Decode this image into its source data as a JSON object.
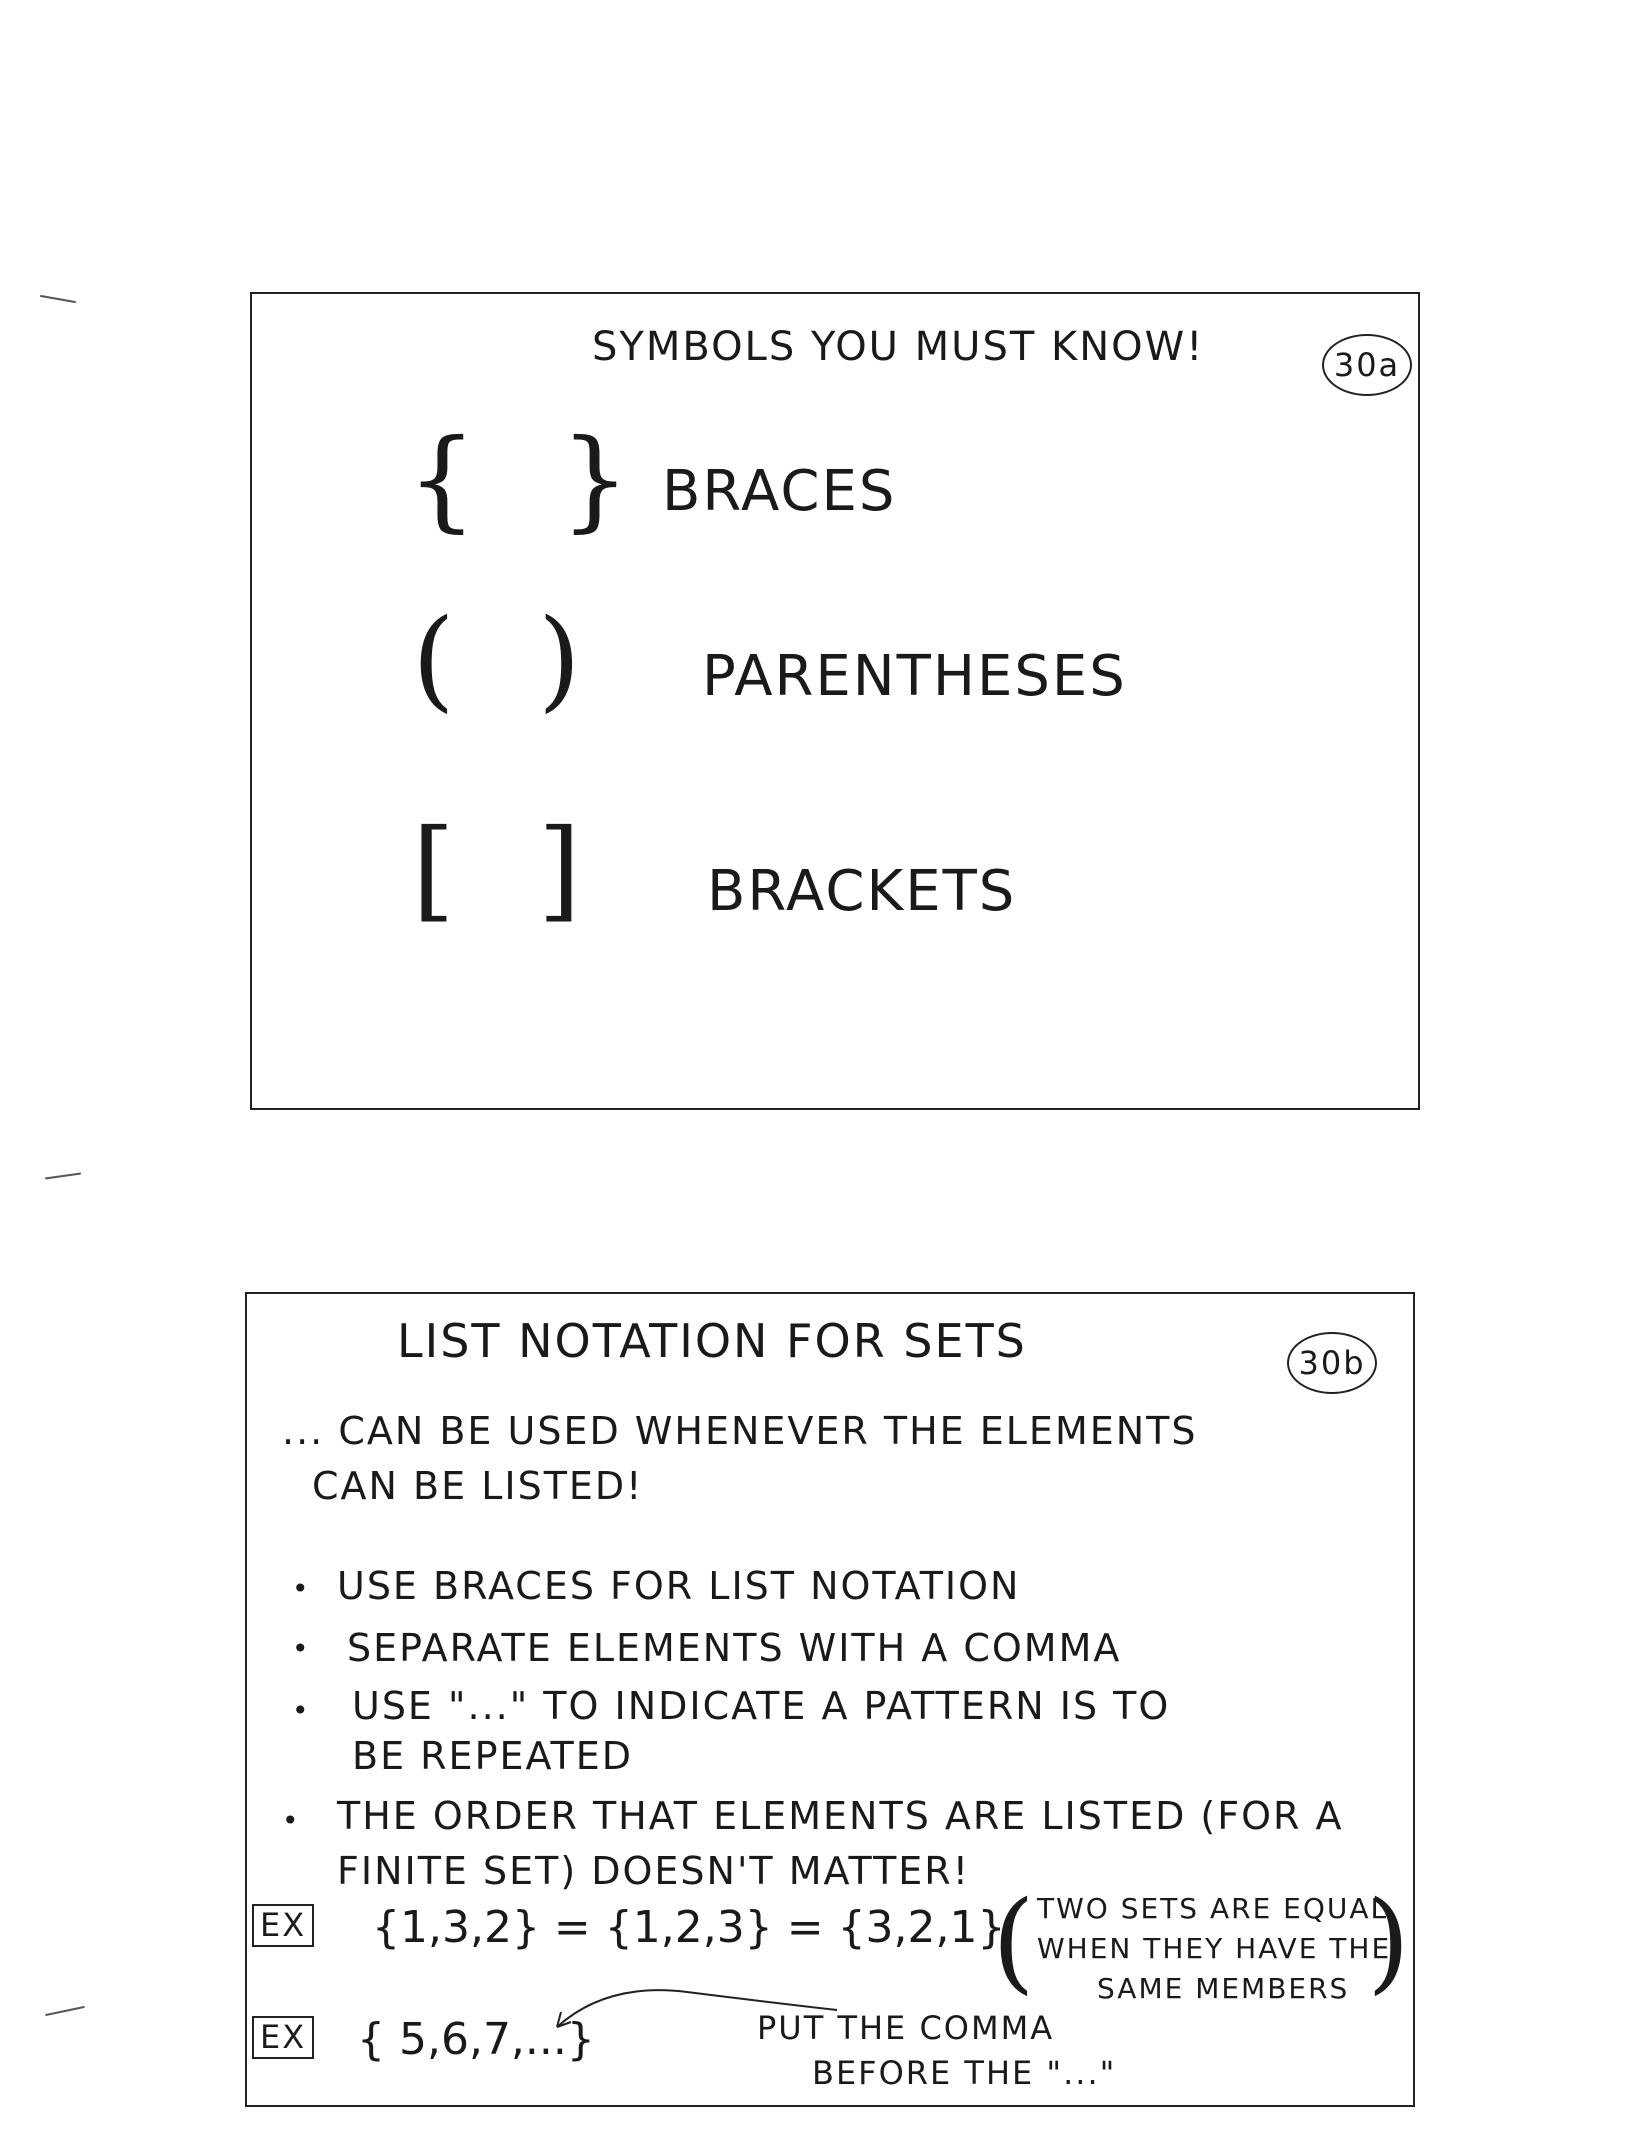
{
  "card_a": {
    "title": "SYMBOLS YOU MUST KNOW!",
    "number": "30a",
    "symbols": [
      {
        "glyph": "{ }",
        "label": "BRACES"
      },
      {
        "glyph": "( )",
        "label": "PARENTHESES"
      },
      {
        "glyph": "[ ]",
        "label": "BRACKETS"
      }
    ]
  },
  "card_b": {
    "title": "LIST NOTATION FOR SETS",
    "number": "30b",
    "intro_line1": "... CAN BE USED WHENEVER THE ELEMENTS",
    "intro_line2": "CAN BE LISTED!",
    "bullets": [
      "USE BRACES FOR LIST NOTATION",
      "SEPARATE ELEMENTS WITH A COMMA",
      "USE \"...\" TO INDICATE A PATTERN IS TO",
      "BE REPEATED",
      "THE ORDER THAT ELEMENTS ARE LISTED (FOR A",
      "FINITE SET) DOESN'T MATTER!"
    ],
    "ex_label": "EX",
    "example1": "{1,3,2} = {1,2,3} = {3,2,1}",
    "example1_note": [
      "TWO SETS ARE EQUAL",
      "WHEN THEY HAVE THE",
      "SAME MEMBERS"
    ],
    "example2": "{ 5,6,7,...}",
    "example2_note": [
      "PUT THE COMMA",
      "BEFORE THE \"...\""
    ]
  }
}
